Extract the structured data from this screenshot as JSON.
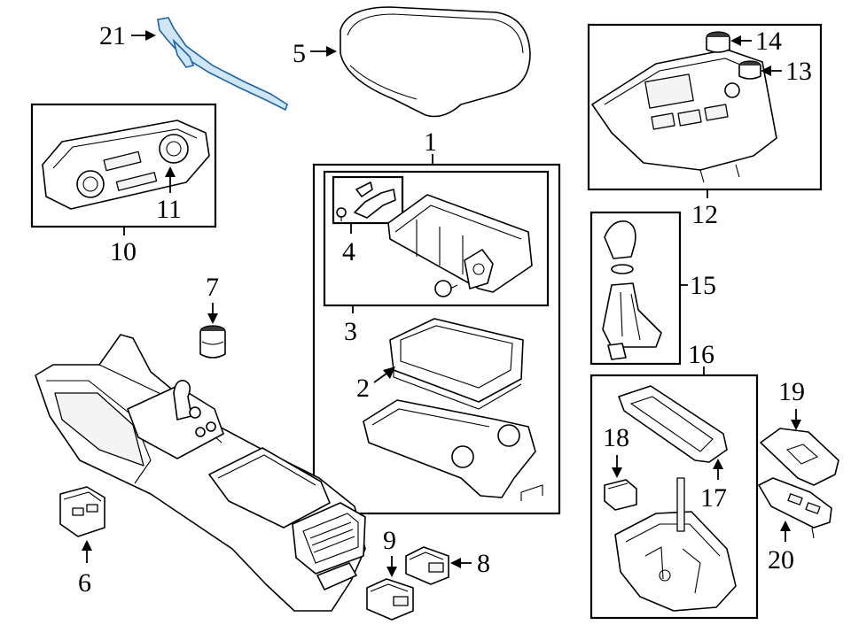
{
  "callouts": {
    "c1": "1",
    "c2": "2",
    "c3": "3",
    "c4": "4",
    "c5": "5",
    "c6": "6",
    "c7": "7",
    "c8": "8",
    "c9": "9",
    "c10": "10",
    "c11": "11",
    "c12": "12",
    "c13": "13",
    "c14": "14",
    "c15": "15",
    "c16": "16",
    "c17": "17",
    "c18": "18",
    "c19": "19",
    "c20": "20",
    "c21": "21"
  },
  "colors": {
    "line": "#000000",
    "highlight_fill": "#cfe6f7",
    "highlight_stroke": "#1f63a8"
  }
}
